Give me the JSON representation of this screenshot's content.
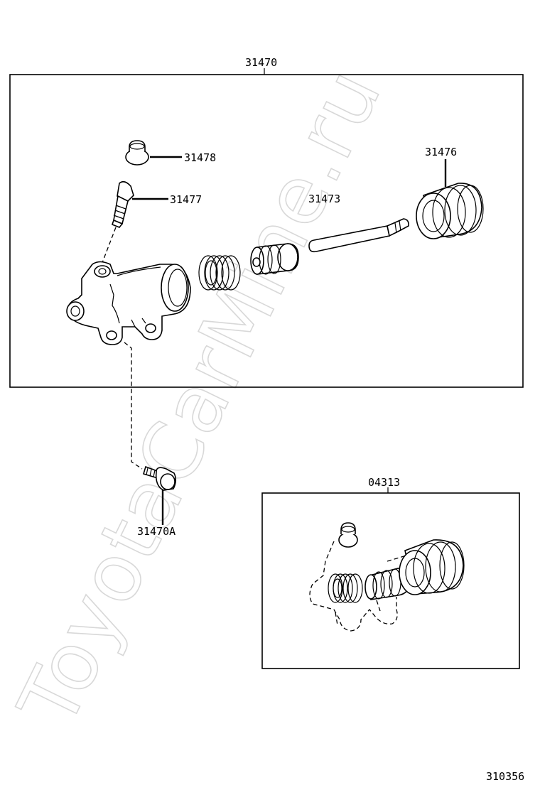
{
  "diagram": {
    "labels": {
      "assembly": "31470",
      "cap": "31478",
      "bleeder": "31477",
      "push_rod": "31473",
      "boot": "31476",
      "bolt": "31470A",
      "kit": "04313",
      "figure_number": "310356"
    },
    "watermark": "ToyotaCarMine.ru"
  }
}
